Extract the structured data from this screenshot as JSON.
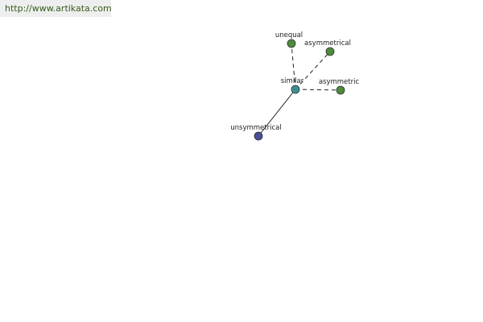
{
  "source": {
    "url_text": "http://www.artikata.com"
  },
  "colors": {
    "green_node": "#4c8b3b",
    "center_node": "#3d8f8f",
    "blue_node": "#4a4d9a",
    "edge": "#222222",
    "link_text": "#355c1b"
  },
  "graph": {
    "center": {
      "label": "similar",
      "color_role": "center"
    },
    "nodes": [
      {
        "id": "unequal",
        "label": "unequal",
        "relation": "dashed",
        "color_role": "green"
      },
      {
        "id": "asymmetrical",
        "label": "asymmetrical",
        "relation": "dashed",
        "color_role": "green"
      },
      {
        "id": "asymmetric",
        "label": "asymmetric",
        "relation": "dashed",
        "color_role": "green"
      },
      {
        "id": "unsymmetrical",
        "label": "unsymmetrical",
        "relation": "solid",
        "color_role": "blue"
      }
    ]
  }
}
